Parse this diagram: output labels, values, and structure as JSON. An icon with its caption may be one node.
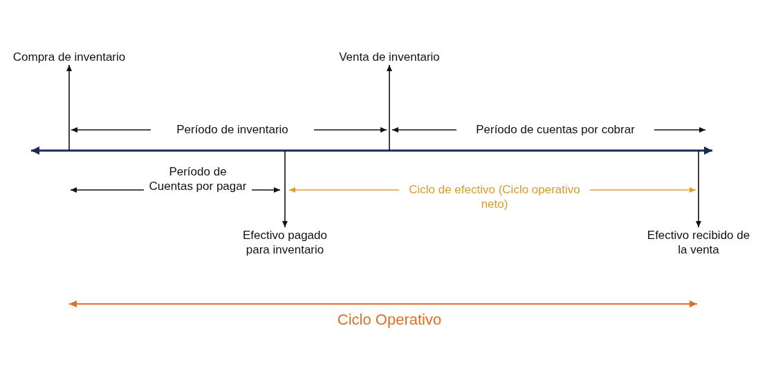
{
  "diagram": {
    "nodes": [
      {
        "text": [
          "Compra de inventario"
        ]
      },
      {
        "text": [
          "Venta de inventario"
        ]
      },
      {
        "text": [
          "Efectivo pagado para inventario"
        ]
      },
      {
        "text": [
          "Efectivo recibido de la venta"
        ]
      }
    ],
    "edges": [
      {
        "from": null,
        "to": 0,
        "arrow": "to"
      },
      {
        "from": null,
        "to": 1,
        "arrow": "to"
      },
      {
        "from": null,
        "to": 2,
        "arrow": "to"
      },
      {
        "from": null,
        "to": 3,
        "arrow": "to"
      }
    ],
    "labels": [
      "Período de inventario",
      "Período de cuentas por cobrar",
      "Período de Cuentas por pagar",
      "Ciclo de efectivo (Ciclo operativo neto)",
      "Ciclo Operativo"
    ]
  }
}
